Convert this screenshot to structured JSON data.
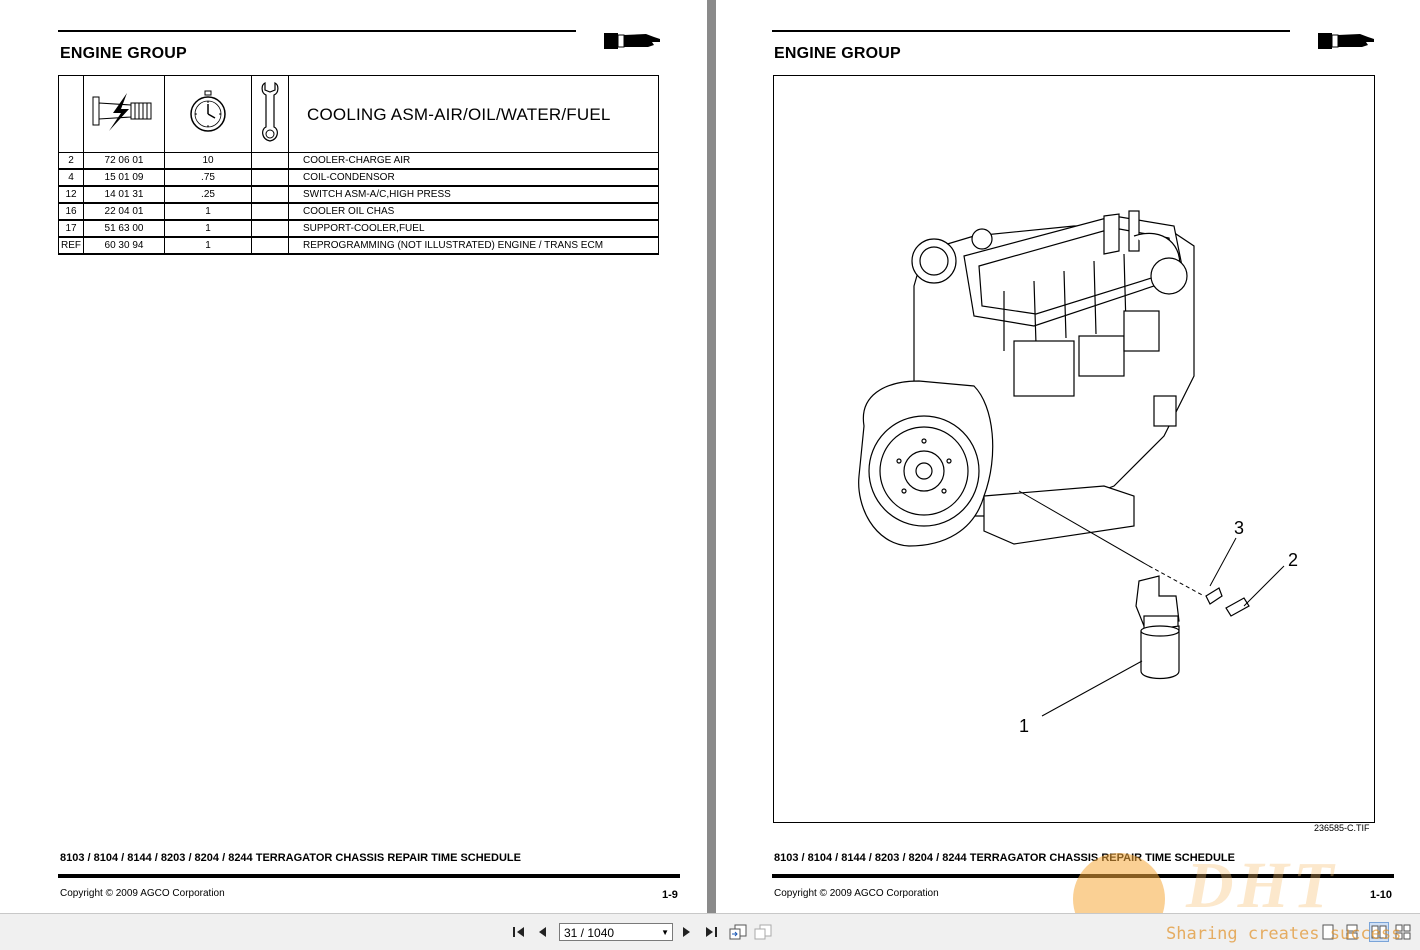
{
  "left_page": {
    "section_title": "ENGINE GROUP",
    "table": {
      "header_title": "COOLING ASM-AIR/OIL/WATER/FUEL",
      "header_icons": [
        "part-icon",
        "clock-icon",
        "wrench-icon"
      ],
      "rows": [
        {
          "item": "2",
          "part": "72 06 01",
          "time": "10",
          "note": "",
          "desc": "COOLER-CHARGE AIR"
        },
        {
          "item": "4",
          "part": "15 01 09",
          "time": ".75",
          "note": "",
          "desc": "COIL-CONDENSOR"
        },
        {
          "item": "12",
          "part": "14 01 31",
          "time": ".25",
          "note": "",
          "desc": "SWITCH ASM-A/C,HIGH PRESS"
        },
        {
          "item": "16",
          "part": "22 04 01",
          "time": "1",
          "note": "",
          "desc": "COOLER OIL CHAS"
        },
        {
          "item": "17",
          "part": "51 63 00",
          "time": "1",
          "note": "",
          "desc": "SUPPORT-COOLER,FUEL"
        },
        {
          "item": "REF",
          "part": "60 30 94",
          "time": "1",
          "note": "",
          "desc": "REPROGRAMMING (NOT ILLUSTRATED) ENGINE / TRANS ECM"
        }
      ]
    },
    "footer_title": "8103 / 8104 / 8144 / 8203 / 8204 / 8244 TERRAGATOR CHASSIS REPAIR TIME SCHEDULE",
    "copyright": "Copyright © 2009 AGCO Corporation",
    "page_number": "1-9"
  },
  "right_page": {
    "section_title": "ENGINE GROUP",
    "callouts": [
      "1",
      "2",
      "3"
    ],
    "figure_ref": "236585-C.TIF",
    "footer_title": "8103 / 8104 / 8144 / 8203 / 8204 / 8244 TERRAGATOR CHASSIS REPAIR TIME SCHEDULE",
    "copyright": "Copyright © 2009 AGCO Corporation",
    "page_number": "1-10"
  },
  "toolbar": {
    "page_indicator": "31 / 1040"
  },
  "watermark": {
    "brand": "DHT",
    "slogan": "Sharing creates success"
  }
}
